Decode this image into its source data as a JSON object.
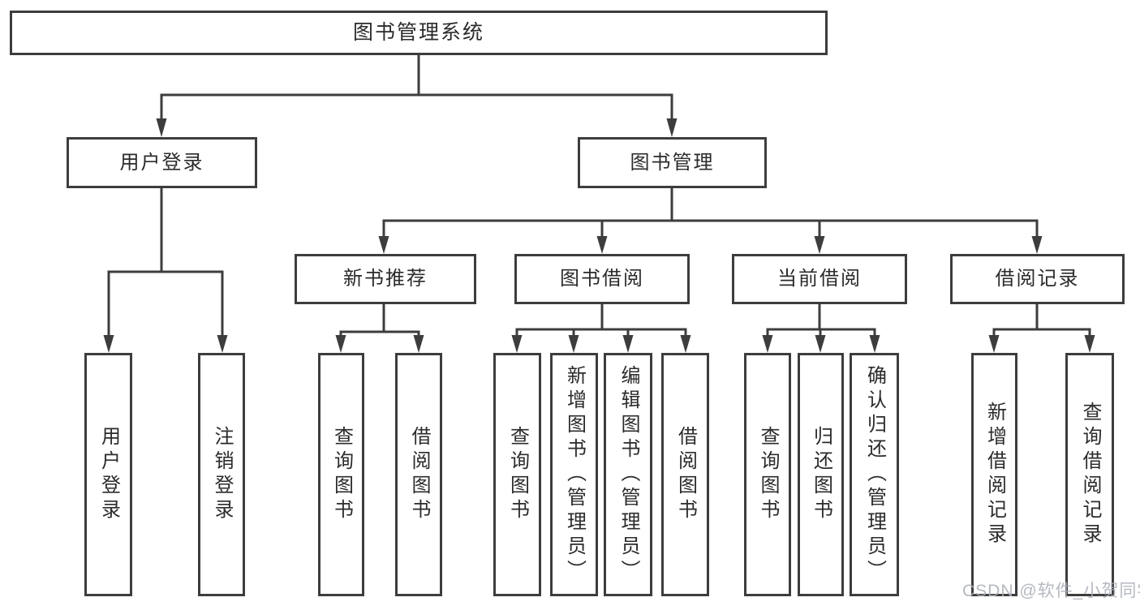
{
  "tree": {
    "label": "图书管理系统",
    "children": [
      {
        "label": "用户登录",
        "children": [
          {
            "label": "用户登录"
          },
          {
            "label": "注销登录"
          }
        ]
      },
      {
        "label": "图书管理",
        "children": [
          {
            "label": "新书推荐",
            "children": [
              {
                "label": "查询图书"
              },
              {
                "label": "借阅图书"
              }
            ]
          },
          {
            "label": "图书借阅",
            "children": [
              {
                "label": "查询图书"
              },
              {
                "label": "新增图书（管理员）"
              },
              {
                "label": "编辑图书（管理员）"
              },
              {
                "label": "借阅图书"
              }
            ]
          },
          {
            "label": "当前借阅",
            "children": [
              {
                "label": "查询图书"
              },
              {
                "label": "归还图书"
              },
              {
                "label": "确认归还（管理员）"
              }
            ]
          },
          {
            "label": "借阅记录",
            "children": [
              {
                "label": "新增借阅记录"
              },
              {
                "label": "查询借阅记录"
              }
            ]
          }
        ]
      }
    ]
  },
  "watermark": {
    "text": "CSDN @软件_小贺同学",
    "color": "#a8adb5"
  },
  "colors": {
    "line": "#3d3d3d",
    "text": "#2b2b2b",
    "background": "#ffffff"
  }
}
